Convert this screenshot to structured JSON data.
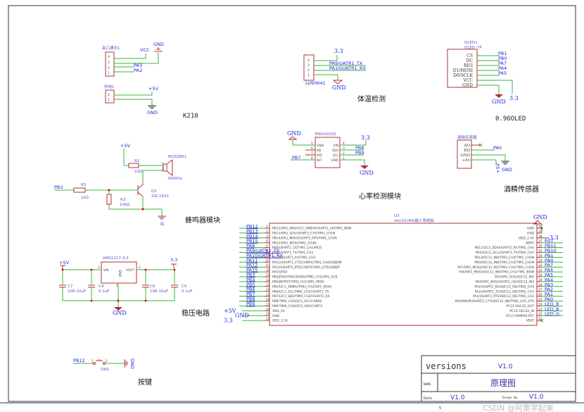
{
  "serial_header": {
    "ref": "串口通讯1",
    "pins": [
      "4",
      "3",
      "2",
      "1"
    ],
    "vcc": "VCC",
    "gnd": "GND",
    "net_pa3": "PA3",
    "net_pa2": "PA2"
  },
  "power_header": {
    "ref": "供电1",
    "pins": [
      "2",
      "1"
    ],
    "v5": "+5V",
    "gnd": "GND"
  },
  "k210_label": "K210",
  "temp_sensor": {
    "ref": "体温检测",
    "part": "LU90641",
    "pins": [
      "4",
      "3",
      "2",
      "1"
    ],
    "v33": "3.3",
    "net_tx": "PA9/UATR1_TX",
    "net_rx": "PA10/UATR1_RX",
    "gnd": "GND",
    "title": "体温检测"
  },
  "oled": {
    "ref": "OLED1",
    "part": "OLED_7P",
    "pin_names": [
      "CS",
      "DC",
      "RES",
      "D1/MOSI",
      "D0/SCLK",
      "VCC",
      "GND"
    ],
    "nets": [
      "PB1",
      "PB0",
      "PA7",
      "PA4",
      "PA5"
    ],
    "gnd": "GND",
    "v33": "3.3",
    "title": "0.96OLED"
  },
  "alcohol": {
    "ref": "酒精传感器",
    "pin_names": [
      "AO",
      "DO",
      "GND",
      "+5v"
    ],
    "pin_nums": [
      "4",
      "3",
      "2",
      "1"
    ],
    "net": "PA0",
    "v5": "+5V",
    "gnd": "GND",
    "title": "酒精传感器"
  },
  "heart": {
    "part": "MAX30102",
    "left_pins": [
      {
        "num": "5",
        "name": "GND"
      },
      {
        "num": "6",
        "name": "RD"
      },
      {
        "num": "7",
        "name": "IRD"
      },
      {
        "num": "8",
        "name": "INT"
      }
    ],
    "right_pins": [
      {
        "num": "4",
        "name": "VIN"
      },
      {
        "num": "3",
        "name": "SDA"
      },
      {
        "num": "2",
        "name": "SCL"
      },
      {
        "num": "1",
        "name": "GND"
      }
    ],
    "gnd_left": "GND",
    "net_int": "PB7",
    "v33": "3.3",
    "net_sda": "PB8",
    "net_scl": "PB9",
    "gnd_right": "GND",
    "title": "心率检测模块"
  },
  "buzzer": {
    "v5": "+5V",
    "r2": "R2",
    "r2_val": "22Ω",
    "buzzer_ref": "BUZZER1",
    "buzzer_freq": "3000Hz",
    "buzzer_pins": [
      "1",
      "2"
    ],
    "net_in": "PB3",
    "r5": "R5",
    "r5_val": "1kΩ",
    "r3": "R3",
    "r3_val": "10kΩ",
    "q1": "Q1",
    "q1_part": "2SC1623",
    "gnd": "G",
    "title": "蜂鸣器模块"
  },
  "regulator": {
    "part": "AMS1117-3.3",
    "vin": "VIN",
    "vout": "VOUT",
    "gnd_pin": "GND",
    "pin_vin": "3",
    "pin_vout": "2",
    "pin_gnd": "1",
    "v5": "+5V",
    "v33": "3.3",
    "c7": "C7",
    "c7_val": "106-10uF",
    "c4": "C4",
    "c4_val": "0.1uF",
    "c6": "C6",
    "c6_val": "106-10uF",
    "c5": "C5",
    "c5_val": "0.1uF",
    "gnd": "GND",
    "title": "稳压电路"
  },
  "mcu": {
    "ref": "U3",
    "part": "stm32c8t6最小系统板",
    "left_pins": [
      {
        "num": "1",
        "name": "PB12/SPI2_NSS/I2C2_SMBAI/USART3_CK/TIM1_BKIN",
        "net": "PB12"
      },
      {
        "num": "2",
        "name": "PB13/SPI2_SCK/USART3_CTS/TIM1_CH1N",
        "net": "PB13"
      },
      {
        "num": "3",
        "name": "PB14/SPI2_MISO/USART3_RTS/TIM1_CH2N",
        "net": "PB14"
      },
      {
        "num": "4",
        "name": "PB15/SPI2_MOSI/TIM1_CH3N",
        "net": "PB15"
      },
      {
        "num": "5",
        "name": "PA8/USART1_CK/TIM1_CH1/MCO",
        "net": "PA8"
      },
      {
        "num": "6",
        "name": "PA9/USART1_TX/TIM1_CH2",
        "net": "PA9/UATR1_TX"
      },
      {
        "num": "7",
        "name": "PA10/USART1_RX/TIM1_CH3",
        "net": "PA10/UATR1_RX"
      },
      {
        "num": "8",
        "name": "PA11/USART1_CTS/CANRX/TIM1_CH4/USBDM",
        "net": "PA11"
      },
      {
        "num": "9",
        "name": "PA12/USART1_RTS/CANTX/TIM1_ETR/USBDP",
        "net": "PA12"
      },
      {
        "num": "10",
        "name": "PA15/JTDI",
        "net": "PA15"
      },
      {
        "num": "11",
        "name": "PB3/JTDO/TRACESWO/TIM2_CH2/SPI1_SCK",
        "net": "PB3"
      },
      {
        "num": "12",
        "name": "PB4/JNTRST/TIM3_CH1/SPI1_MISO",
        "net": "PB4"
      },
      {
        "num": "13",
        "name": "PB5/I2C1_SMBAI/TIM3_CH2/SPI1_MOSI",
        "net": "PB5"
      },
      {
        "num": "14",
        "name": "PB6/I2C1_SCL/TIM4_CH1/USART1_TX",
        "net": "PB6"
      },
      {
        "num": "15",
        "name": "PB7/I2C1_SDA/TIM4_CH2/USART1_RX",
        "net": "PB7"
      },
      {
        "num": "16",
        "name": "PB8/TIM4_CH3/I2C1_SCL/CANRX",
        "net": "PB8"
      },
      {
        "num": "17",
        "name": "PB9/TIM4_CH4/I2C1_SDA/CANTX",
        "net": "PB9"
      },
      {
        "num": "18",
        "name": "VDD_5V",
        "net": "+5V"
      },
      {
        "num": "19",
        "name": "GND",
        "net": "GND"
      },
      {
        "num": "20",
        "name": "VDD_3.3V",
        "net": "3.3"
      }
    ],
    "right_pins": [
      {
        "num": "40",
        "name": "GND",
        "net": ""
      },
      {
        "num": "39",
        "name": "GND",
        "net": ""
      },
      {
        "num": "38",
        "name": "VDD_3.3V",
        "net": ""
      },
      {
        "num": "37",
        "name": "NRST",
        "net": "RST"
      },
      {
        "num": "36",
        "name": "PB11/I2C2_SDA/USART3_RX/TIM2_CH4",
        "net": "PB11"
      },
      {
        "num": "35",
        "name": "PB10/I2C2_SCL/USART3_TX/TIM2_CH3",
        "net": "PB10"
      },
      {
        "num": "34",
        "name": "PB1/ADC12_IN9/TIM3_CH4/TIM1_CH3N",
        "net": "PB1"
      },
      {
        "num": "33",
        "name": "PB0/ADC12_IN8/TIM3_CH3/TIM1_CH2N",
        "net": "PB0"
      },
      {
        "num": "32",
        "name": "PA7/SPI1_MOSI/ADC12_IN7/TIM3_CH2/TIM1_CH1N",
        "net": "PA7"
      },
      {
        "num": "31",
        "name": "PA6/SPI1_MISO/ADC12_IN6/TIM3_CH1/TIM1_BKIN",
        "net": "PA6"
      },
      {
        "num": "30",
        "name": "PA5/SPI1_SCK/ADC12_IN5",
        "net": "PA5"
      },
      {
        "num": "29",
        "name": "PA4/SPI1_NSS/USART2_CK/ADC12_IN4",
        "net": "PA4"
      },
      {
        "num": "28",
        "name": "PA3/USART2_RX/ADC12_IN3/TIM2_CH4",
        "net": "PA3"
      },
      {
        "num": "27",
        "name": "PA2/USART2_TX/ADC12_IN2/TIM2_CH3",
        "net": "PA2"
      },
      {
        "num": "26",
        "name": "PA1/USART2_RTS/ADC12_IN1/TIM2_CH2",
        "net": "PA1"
      },
      {
        "num": "25",
        "name": "PA0/WKUP/USART2_CTS/ADC12_IN0/TIM2_CH1_ETR",
        "net": "PA0"
      },
      {
        "num": "24",
        "name": "PC15-OSC32_OUT",
        "net": "LED_R"
      },
      {
        "num": "23",
        "name": "PC14-OSC32_IN",
        "net": "LED_B"
      },
      {
        "num": "22",
        "name": "PC13-TAMPER-RTC",
        "net": "LED_G"
      },
      {
        "num": "21",
        "name": "VBAT",
        "net": ""
      }
    ],
    "gnd": "GND",
    "v33": "3.3"
  },
  "button": {
    "net": "PB12",
    "ref": "SW1",
    "pins": [
      "1",
      "2"
    ],
    "gnd": "GND",
    "title": "按键"
  },
  "title_block": {
    "versions_label": "versions",
    "versions_value": "V1.0",
    "name_label": "NAME",
    "name_value": "原理图",
    "date_label": "Date",
    "date_value": "V1.0",
    "drawn_label": "Drawn By",
    "drawn_value": "V1.0",
    "sheet_mark": "5"
  },
  "watermark": "CSDN @阿策学起来"
}
